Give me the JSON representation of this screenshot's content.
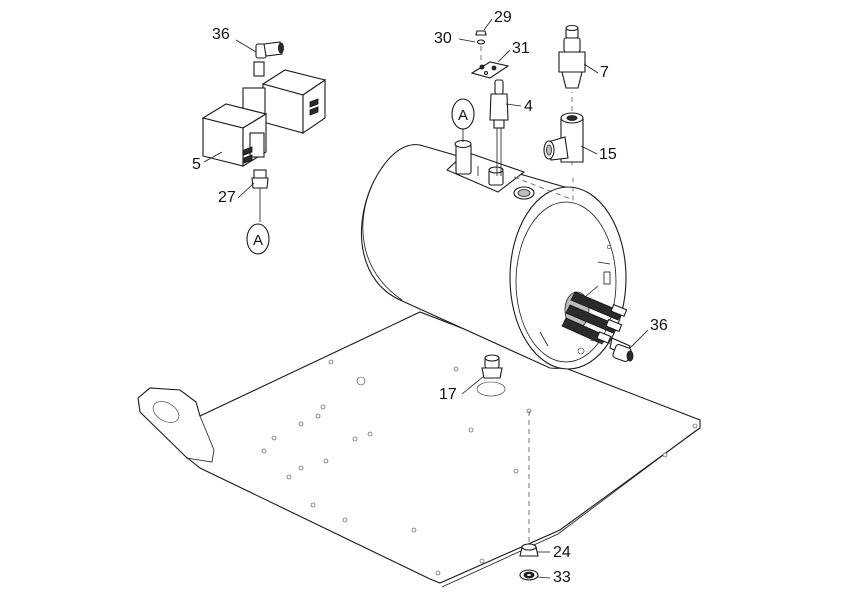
{
  "callouts": {
    "p36_top": "36",
    "p5": "5",
    "p27": "27",
    "p30": "30",
    "p29": "29",
    "p31": "31",
    "p4": "4",
    "p7": "7",
    "p15": "15",
    "p36_right": "36",
    "p17": "17",
    "p24": "24",
    "p33": "33"
  },
  "reference_marks": {
    "left": "A",
    "top": "A"
  }
}
